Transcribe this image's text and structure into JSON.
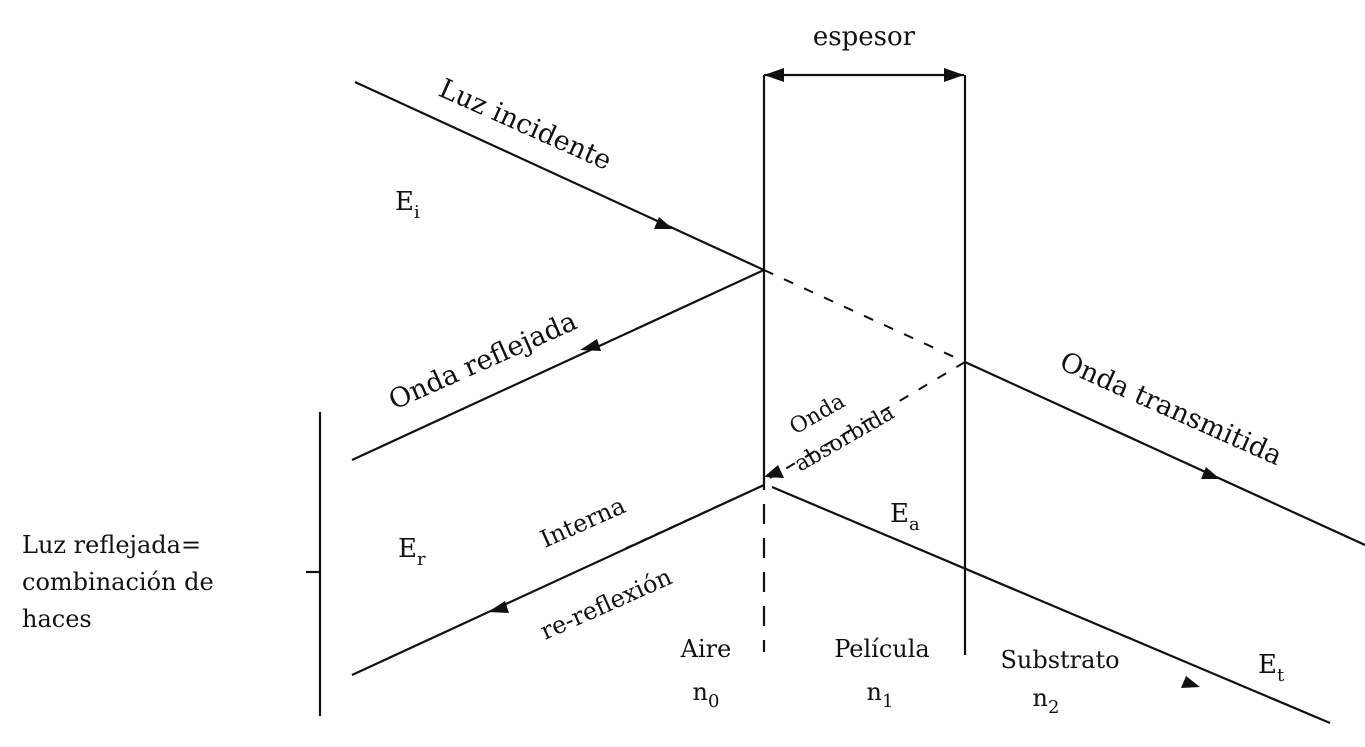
{
  "labels": {
    "thickness": "espesor",
    "incident": "Luz incidente",
    "reflected": "Onda reflejada",
    "transmitted": "Onda transmitida",
    "absorbed_1": "Onda",
    "absorbed_2": "absorbida",
    "internal": "Interna",
    "rereflection": "re-reflexión",
    "combined_1": "Luz reflejada=",
    "combined_2": "combinación de",
    "combined_3": "haces",
    "air": "Aire",
    "film": "Película",
    "substrate": "Substrato"
  },
  "fields": {
    "e_incident": {
      "base": "E",
      "sub": "i"
    },
    "e_reflected": {
      "base": "E",
      "sub": "r"
    },
    "e_absorbed": {
      "base": "E",
      "sub": "a"
    },
    "e_transmitted": {
      "base": "E",
      "sub": "t"
    }
  },
  "indices": {
    "air": {
      "base": "n",
      "sub": "0"
    },
    "film": {
      "base": "n",
      "sub": "1"
    },
    "substrate": {
      "base": "n",
      "sub": "2"
    }
  },
  "colors": {
    "ink": "#111111",
    "background": "#ffffff"
  }
}
